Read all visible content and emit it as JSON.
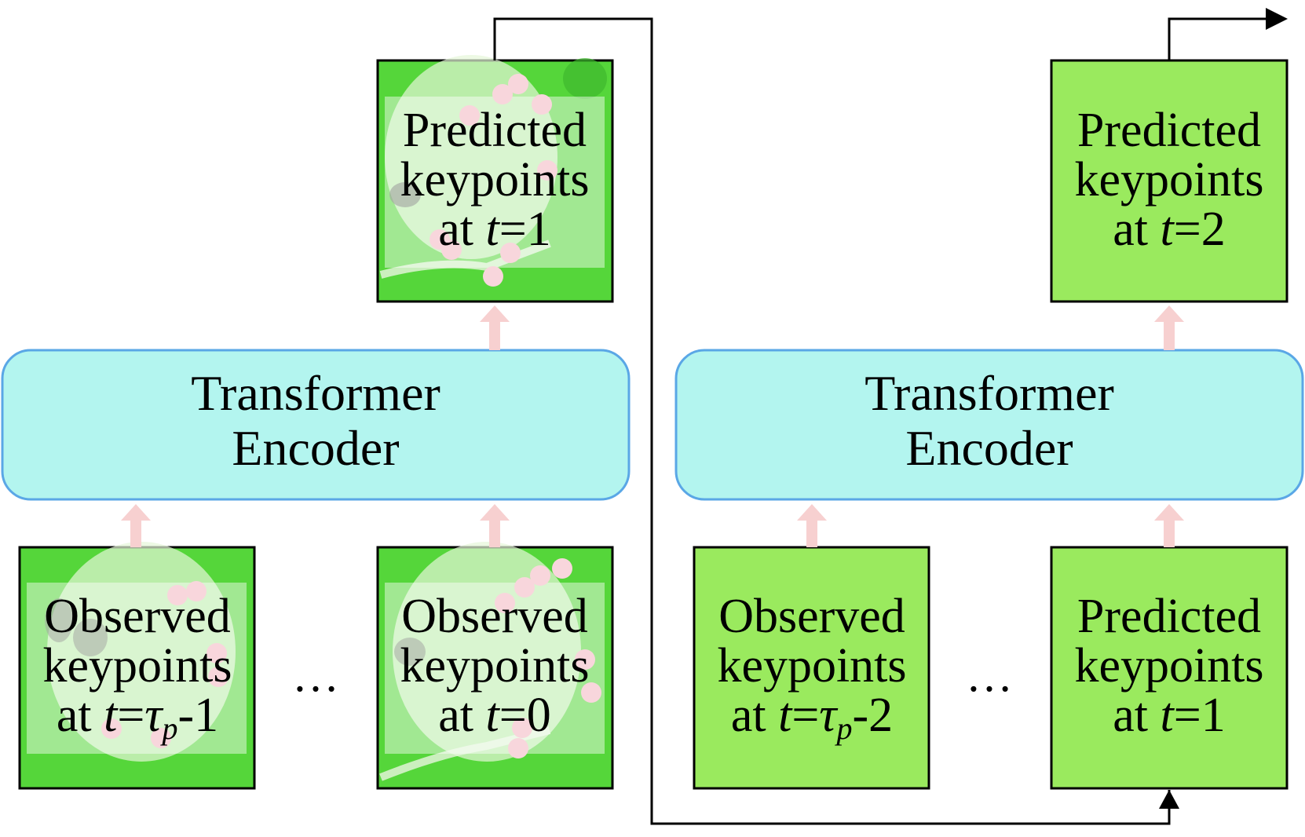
{
  "colors": {
    "box_green": "#9aea5e",
    "image_green": "#55d63a",
    "encoder_fill": "#b3f5ef",
    "encoder_stroke": "#5aa7e6",
    "up_arrow": "#f7d0d0",
    "keypoint_dot": "#f8d6dc",
    "label_overlay": "#ffffff"
  },
  "encoders": [
    {
      "line1": "Transformer",
      "line2": "Encoder"
    },
    {
      "line1": "Transformer",
      "line2": "Encoder"
    }
  ],
  "ellipsis": [
    "…",
    "…"
  ],
  "boxes": {
    "left_output": {
      "line1": "Predicted",
      "line2": "keypoints",
      "line3_prefix": "at ",
      "var": "t",
      "line3_suffix": "=1"
    },
    "right_output": {
      "line1": "Predicted",
      "line2": "keypoints",
      "line3_prefix": "at ",
      "var": "t",
      "line3_suffix": "=2"
    },
    "left_input_1": {
      "line1": "Observed",
      "line2": "keypoints",
      "line3_prefix": "at ",
      "var": "t",
      "eq": "=",
      "tau": "τ",
      "sub": "p",
      "line3_suffix": "-1"
    },
    "left_input_2": {
      "line1": "Observed",
      "line2": "keypoints",
      "line3_prefix": "at ",
      "var": "t",
      "line3_suffix": "=0"
    },
    "right_input_1": {
      "line1": "Observed",
      "line2": "keypoints",
      "line3_prefix": "at ",
      "var": "t",
      "eq": "=",
      "tau": "τ",
      "sub": "p",
      "line3_suffix": "-2"
    },
    "right_input_2": {
      "line1": "Predicted",
      "line2": "keypoints",
      "line3_prefix": "at ",
      "var": "t",
      "line3_suffix": "=1"
    }
  }
}
